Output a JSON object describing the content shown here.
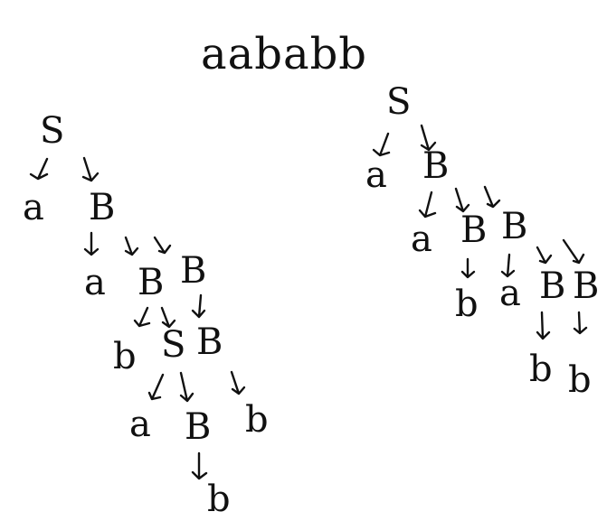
{
  "title": "aababb",
  "trees": [
    {
      "name": "left-tree",
      "root": {
        "label": "S",
        "children": [
          {
            "label": "a"
          },
          {
            "label": "B",
            "children": [
              {
                "label": "a"
              },
              {
                "label": "B",
                "children": [
                  {
                    "label": "b"
                  },
                  {
                    "label": "S",
                    "children": [
                      {
                        "label": "a"
                      },
                      {
                        "label": "B",
                        "children": [
                          {
                            "label": "b"
                          }
                        ]
                      }
                    ]
                  }
                ]
              },
              {
                "label": "B",
                "children": [
                  {
                    "label": "B",
                    "children": [
                      {
                        "label": "b"
                      }
                    ]
                  }
                ]
              }
            ]
          }
        ]
      }
    },
    {
      "name": "right-tree",
      "root": {
        "label": "S",
        "children": [
          {
            "label": "a"
          },
          {
            "label": "B",
            "children": [
              {
                "label": "a"
              },
              {
                "label": "B",
                "children": [
                  {
                    "label": "b"
                  }
                ]
              },
              {
                "label": "B",
                "children": [
                  {
                    "label": "a"
                  },
                  {
                    "label": "B",
                    "children": [
                      {
                        "label": "b"
                      }
                    ]
                  },
                  {
                    "label": "B",
                    "children": [
                      {
                        "label": "b"
                      }
                    ]
                  }
                ]
              }
            ]
          }
        ]
      }
    }
  ]
}
